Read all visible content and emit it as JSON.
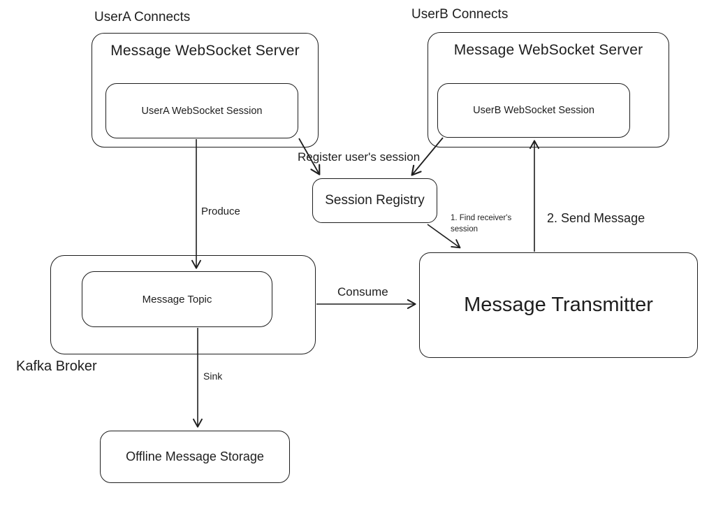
{
  "labels": {
    "usera_connects": "UserA Connects",
    "userb_connects": "UserB Connects",
    "usera_server_title": "Message WebSocket Server",
    "userb_server_title": "Message WebSocket Server",
    "usera_session": "UserA WebSocket Session",
    "userb_session": "UserB WebSocket Session",
    "session_registry": "Session Registry",
    "message_topic": "Message Topic",
    "kafka_broker": "Kafka Broker",
    "message_transmitter": "Message Transmitter",
    "offline_storage": "Offline Message Storage"
  },
  "edges": {
    "register": "Register user's session",
    "produce": "Produce",
    "consume": "Consume",
    "sink": "Sink",
    "find_receiver": "1. Find receiver's session",
    "send_message": "2. Send Message"
  },
  "colors": {
    "stroke": "#1e1e1e",
    "background": "#ffffff"
  }
}
